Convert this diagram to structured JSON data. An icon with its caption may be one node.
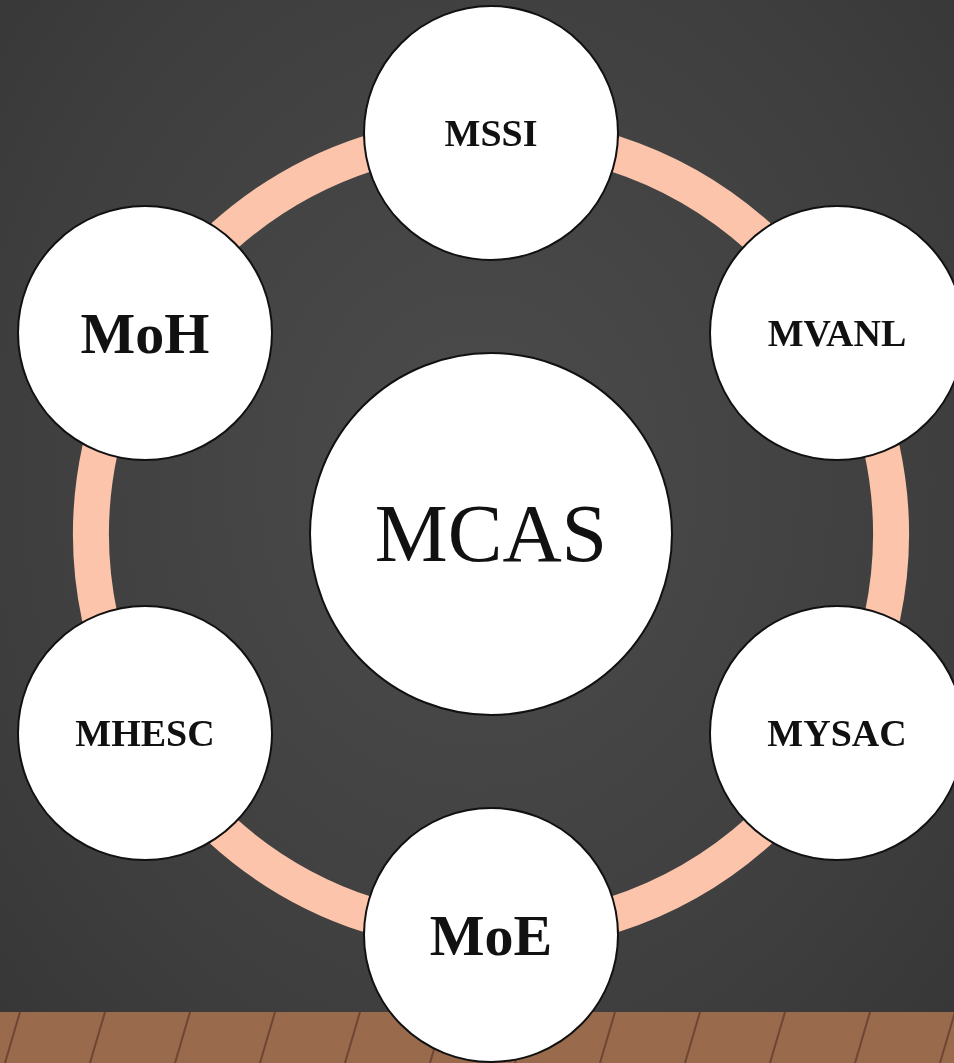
{
  "diagram": {
    "nodes": [
      {
        "text": [
          "MSSI"
        ]
      },
      {
        "text": [
          "MoH"
        ]
      },
      {
        "text": [
          "MVANL"
        ]
      },
      {
        "text": [
          "MCAS"
        ]
      },
      {
        "text": [
          "MHESC"
        ]
      },
      {
        "text": [
          "MYSAC"
        ]
      },
      {
        "text": [
          "MoE"
        ]
      }
    ],
    "edges": [
      {
        "from": 0,
        "to": 2,
        "arrow": "none"
      },
      {
        "from": 2,
        "to": 5,
        "arrow": "none"
      },
      {
        "from": 5,
        "to": 6,
        "arrow": "none"
      },
      {
        "from": 6,
        "to": 4,
        "arrow": "none"
      },
      {
        "from": 4,
        "to": 1,
        "arrow": "none"
      },
      {
        "from": 1,
        "to": 0,
        "arrow": "none"
      }
    ]
  }
}
